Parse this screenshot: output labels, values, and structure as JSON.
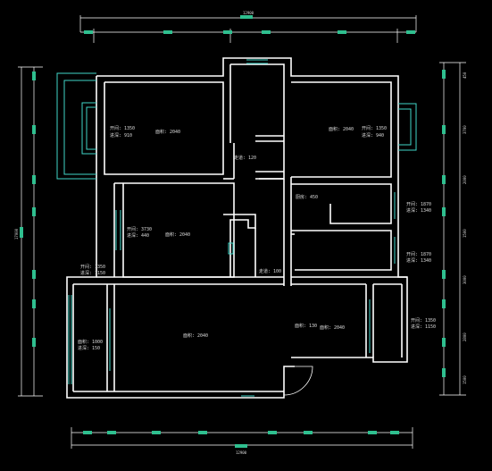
{
  "colors": {
    "background": "#000000",
    "wall": "#ffffff",
    "window": "#3fd6c8",
    "dimension_line": "#ffffff",
    "dimension_tick": "#2fbf8f",
    "text": "#d9d9d9"
  },
  "rooms": [
    {
      "key": "room-tl",
      "l1": "开间: 1350",
      "l2": "进深: 910"
    },
    {
      "key": "room-tl-area",
      "l1": "面积: 2040",
      "l2": ""
    },
    {
      "key": "corridor-top",
      "l1": "走道: 120",
      "l2": ""
    },
    {
      "key": "room-tr-area",
      "l1": "面积: 2040",
      "l2": ""
    },
    {
      "key": "room-tr",
      "l1": "开间: 1350",
      "l2": "进深: 940"
    },
    {
      "key": "kitchen",
      "l1": "厨房: 450",
      "l2": ""
    },
    {
      "key": "room-right-1",
      "l1": "开间: 1870",
      "l2": "进深: 1340"
    },
    {
      "key": "room-right-2",
      "l1": "开间: 1870",
      "l2": "进深: 1340"
    },
    {
      "key": "room-mid",
      "l1": "开间: 3730",
      "l2": "进深: 440"
    },
    {
      "key": "room-mid-area",
      "l1": "面积: 2040",
      "l2": ""
    },
    {
      "key": "hall",
      "l1": "走道: 100",
      "l2": ""
    },
    {
      "key": "balcony-left",
      "l1": "开间: 1350",
      "l2": "进深: 1150"
    },
    {
      "key": "balcony-left-b",
      "l1": "面积: 1000",
      "l2": "进深: 150"
    },
    {
      "key": "living",
      "l1": "面积: 2040",
      "l2": ""
    },
    {
      "key": "dining",
      "l1": "面积: 130",
      "l2": ""
    },
    {
      "key": "dining-area",
      "l1": "面积: 2040",
      "l2": ""
    },
    {
      "key": "balcony-right",
      "l1": "开间: 1350",
      "l2": "进深: 1150"
    }
  ],
  "dimensions": {
    "top_overall": "12900",
    "bottom_overall": "12900",
    "left_overall": "17000",
    "right_segments": [
      "450",
      "3700",
      "2000",
      "1500",
      "3000",
      "2800",
      "1500"
    ]
  }
}
